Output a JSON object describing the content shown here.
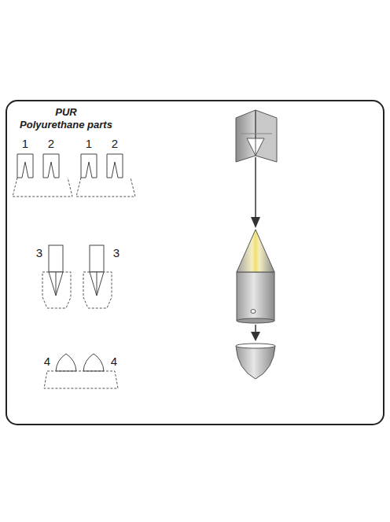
{
  "diagram": {
    "labels": [
      "PUR",
      "Polyurethane parts",
      "1",
      "2",
      "1",
      "2",
      "3",
      "3",
      "4",
      "4"
    ]
  }
}
